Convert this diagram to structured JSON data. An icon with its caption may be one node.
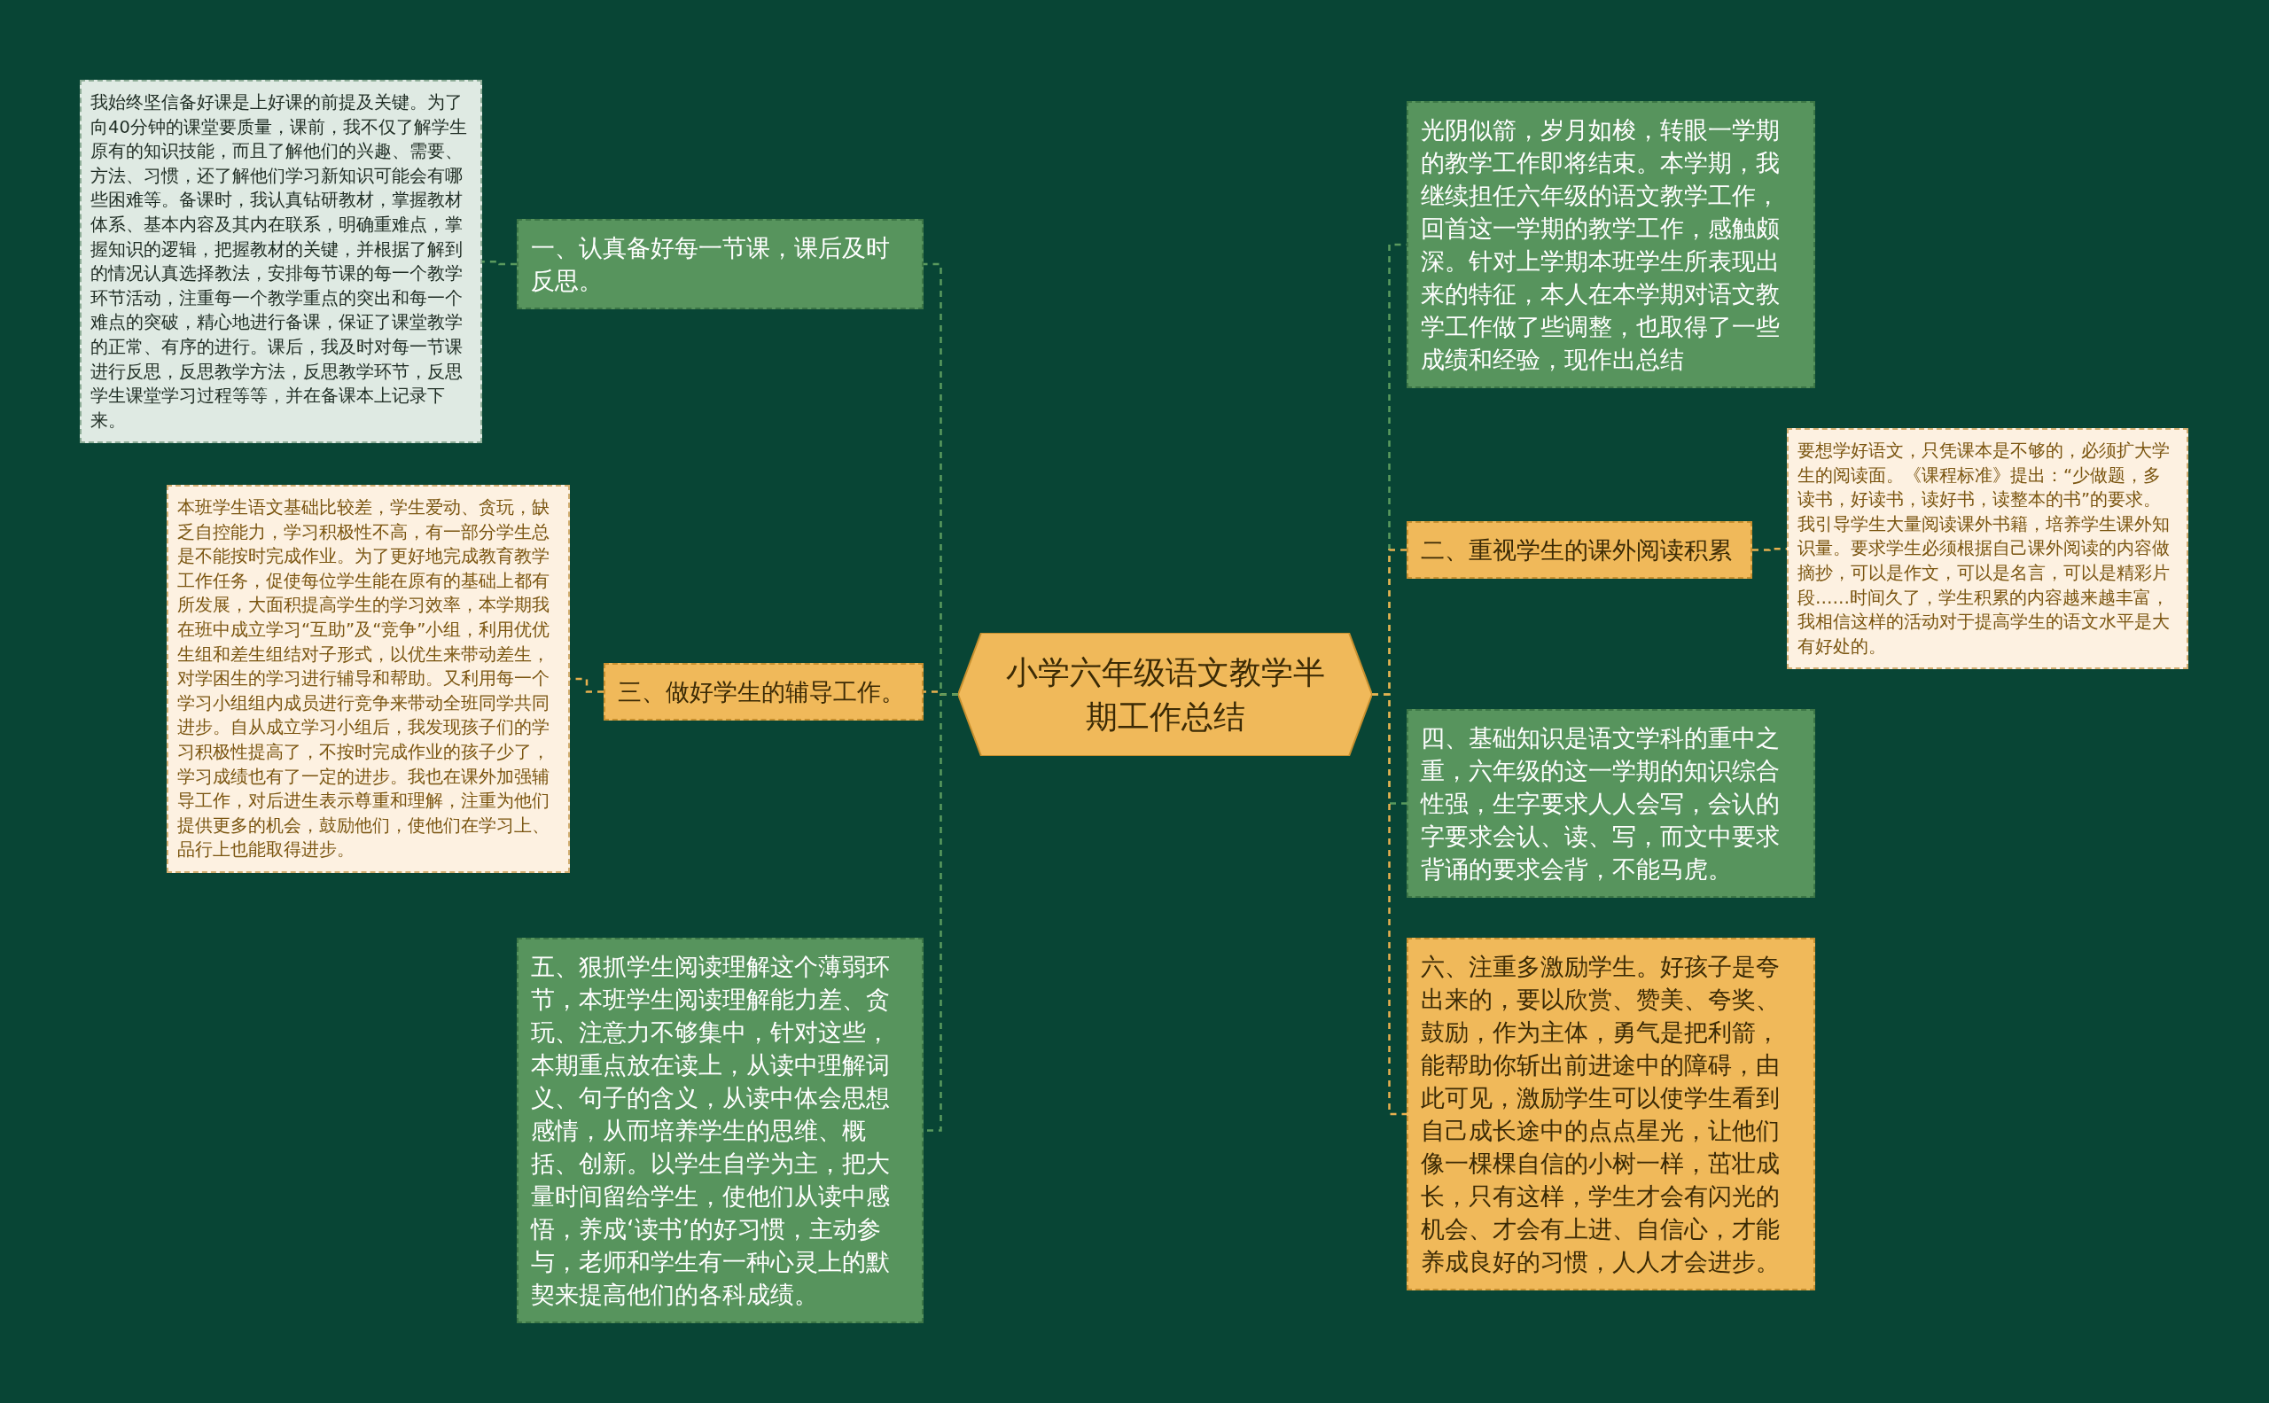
{
  "diagram": {
    "nodes": [
      {
        "text": [
          "小学六年级语文教学半期工作总结"
        ]
      },
      {
        "text": [
          "一、认真备好每一节课，课后及时反思。"
        ]
      },
      {
        "text": [
          "我始终坚信备好课是上好课的前提及关键。为了向40分钟的课堂要质量，课前，我不仅了解学生原有的知识技能，而且了解他们的兴趣、需要、方法、习惯，还了解他们学习新知识可能会有哪些困难等。备课时，我认真钻研教材，掌握教材体系、基本内容及其内在联系，明确重难点，掌握知识的逻辑，把握教材的关键，并根据了解到的情况认真选择教法，安排每节课的每一个教学环节活动，注重每一个教学重点的突出和每一个难点的突破，精心地进行备课，保证了课堂教学的正常、有序的进行。课后，我及时对每一节课进行反思，反思教学方法，反思教学环节，反思学生课堂学习过程等等，并在备课本上记录下来。"
        ]
      },
      {
        "text": [
          "三、做好学生的辅导工作。"
        ]
      },
      {
        "text": [
          "本班学生语文基础比较差，学生爱动、贪玩，缺乏自控能力，学习积极性不高，有一部分学生总是不能按时完成作业。为了更好地完成教育教学工作任务，促使每位学生能在原有的基础上都有所发展，大面积提高学生的学习效率，本学期我在班中成立学习“互助”及“竞争”小组，利用优优生组和差生组结对子形式，以优生来带动差生，对学困生的学习进行辅导和帮助。又利用每一个学习小组组内成员进行竞争来带动全班同学共同进步。自从成立学习小组后，我发现孩子们的学习积极性提高了，不按时完成作业的孩子少了，学习成绩也有了一定的进步。我也在课外加强辅导工作，对后进生表示尊重和理解，注重为他们提供更多的机会，鼓励他们，使他们在学习上、品行上也能取得进步。"
        ]
      },
      {
        "text": [
          "五、狠抓学生阅读理解这个薄弱环节，本班学生阅读理解能力差、贪玩、注意力不够集中，针对这些，本期重点放在读上，从读中理解词义、句子的含义，从读中体会思想感情，从而培养学生的思维、概括、创新。以学生自学为主，把大量时间留给学生，使他们从读中感悟，养成‘读书’的好习惯，主动参与，老师和学生有一种心灵上的默契来提高他们的各科成绩。"
        ]
      },
      {
        "text": [
          "光阴似箭，岁月如梭，转眼一学期的教学工作即将结束。本学期，我继续担任六年级的语文教学工作，回首这一学期的教学工作，感触颇深。针对上学期本班学生所表现出来的特征，本人在本学期对语文教学工作做了些调整，也取得了一些成绩和经验，现作出总结"
        ]
      },
      {
        "text": [
          "二、重视学生的课外阅读积累"
        ]
      },
      {
        "text": [
          "要想学好语文，只凭课本是不够的，必须扩大学生的阅读面。《课程标准》提出：“少做题，多读书，好读书，读好书，读整本的书”的要求。我引导学生大量阅读课外书籍，培养学生课外知识量。要求学生必须根据自己课外阅读的内容做摘抄，可以是作文，可以是名言，可以是精彩片段……时间久了，学生积累的内容越来越丰富，我相信这样的活动对于提高学生的语文水平是大有好处的。"
        ]
      },
      {
        "text": [
          "四、基础知识是语文学科的重中之重，六年级的这一学期的知识综合性强，生字要求人人会写，会认的字要求会认、读、写，而文中要求背诵的要求会背，不能马虎。"
        ]
      },
      {
        "text": [
          "六、注重多激励学生。好孩子是夸出来的，要以欣赏、赞美、夸奖、鼓励，作为主体，勇气是把利箭，能帮助你斩出前进途中的障碍，由此可见，激励学生可以使学生看到自己成长途中的点点星光，让他们像一棵棵自信的小树一样，茁壮成长，只有这样，学生才会有闪光的机会、才会有上进、自信心，才能养成良好的习惯，人人才会进步。"
        ]
      }
    ],
    "edges": [
      {
        "from": 0,
        "to": 1,
        "arrow": "none"
      },
      {
        "from": 1,
        "to": 2,
        "arrow": "none"
      },
      {
        "from": 0,
        "to": 3,
        "arrow": "none",
        "color": "#e8b04f"
      },
      {
        "from": 3,
        "to": 4,
        "arrow": "none",
        "color": "#e8b04f"
      },
      {
        "from": 0,
        "to": 5,
        "arrow": "none"
      },
      {
        "from": 0,
        "to": 6,
        "arrow": "none"
      },
      {
        "from": 0,
        "to": 7,
        "arrow": "none",
        "color": "#e8b04f"
      },
      {
        "from": 7,
        "to": 8,
        "arrow": "none",
        "color": "#e8b04f"
      },
      {
        "from": 0,
        "to": 9,
        "arrow": "none"
      },
      {
        "from": 0,
        "to": 10,
        "arrow": "none",
        "color": "#e8b04f"
      }
    ]
  }
}
